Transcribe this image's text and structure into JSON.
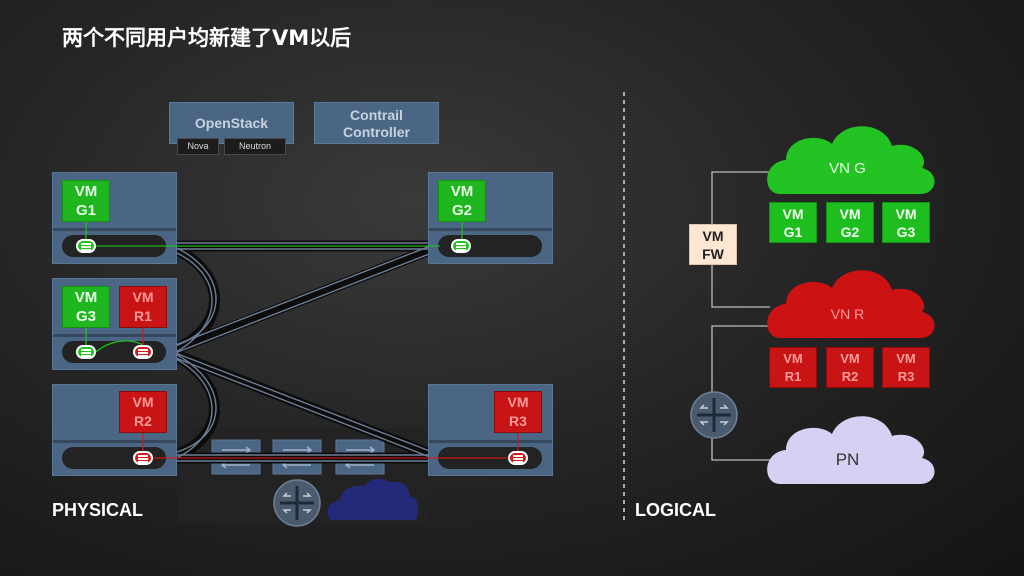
{
  "slide_title": "两个不同用户均新建了VM以后",
  "controllers": {
    "openstack": "OpenStack",
    "nova": "Nova",
    "neutron": "Neutron",
    "contrail": "Contrail Controller"
  },
  "physical": {
    "label": "PHYSICAL",
    "hosts": {
      "host1": {
        "vms": [
          "VM\nG1"
        ]
      },
      "host2": {
        "vms": [
          "VM\nG2"
        ]
      },
      "host3": {
        "vms": [
          "VM\nG3",
          "VM\nR1"
        ]
      },
      "host4": {
        "vms": [
          "VM\nR2"
        ]
      },
      "host5": {
        "vms": [
          "VM\nR3"
        ]
      }
    }
  },
  "logical": {
    "label": "LOGICAL",
    "firewall": "VM\nFW",
    "vn_green": {
      "name": "VN G",
      "vms": [
        "VM\nG1",
        "VM\nG2",
        "VM\nG3"
      ]
    },
    "vn_red": {
      "name": "VN R",
      "vms": [
        "VM\nR1",
        "VM\nR2",
        "VM\nR3"
      ]
    },
    "pn": {
      "name": "PN"
    }
  },
  "colors": {
    "green": "#20b620",
    "red": "#c81414",
    "host": "#4b6584",
    "pn_cloud": "#d8d0f2",
    "fw": "#fde6d2"
  }
}
